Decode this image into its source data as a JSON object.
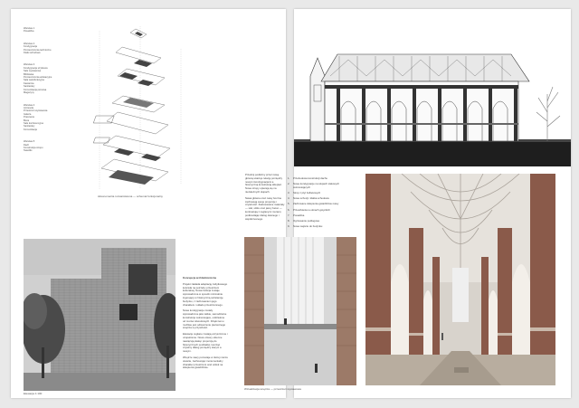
{
  "left_sheet": {
    "layer_labels": [
      [
        "Warstwa 1",
        "Posadzka"
      ],
      [
        "Warstwa 2",
        "Kondygnacja",
        "Pomieszczenia techniczne",
        "Klatki schodowe"
      ],
      [
        "Warstwa 3",
        "Kondygnacja użytkowa",
        "Sale wystawowe",
        "Biblioteka",
        "Pomieszczenia edukacyjne",
        "Sala wielofunkcyjna",
        "Kawiarnia",
        "Sanitariaty",
        "Komunikacja pionowa",
        "Magazyny"
      ],
      [
        "Warstwa 4",
        "Antresola",
        "Przestrzeń wystawowa",
        "Galeria",
        "Pracownie",
        "Biura",
        "Sale konferencyjne",
        "Sanitariaty",
        "Komunikacja"
      ],
      [
        "Warstwa 5",
        "Dach",
        "Konstrukcja stropu",
        "Świetliki"
      ]
    ],
    "axonometry_caption": "Aksonometria rozwarstwiona — schemat funkcjonalny",
    "elevation_caption": "Elewacja 1:100",
    "description_title": "Koncepcja architektoniczna",
    "description_paragraphs": [
      "Projekt zakłada adaptację zabytkowego kościoła na potrzeby przestrzeni kulturalnej. Nowa funkcja zostaje wprowadzona w sposób minimalnie ingerujący w historyczną substancję budynku, z zachowaniem jego charakteru i układu przestrzennego.",
      "Nowe kondygnacje zostały wprowadzone jako lekkie, samodzielne konstrukcje wolnostojące, oddzielone od murów obwodowych. Dzięki temu możliwe jest odtworzenie pierwotnego wnętrza w przyszłości.",
      "Elewacje ceglane zostają oczyszczone i uzupełnione. Nowe otwory okienne nawiązują skalą i proporcją do historycznych podziałów, tworząc czytelny dialog pomiędzy starym a nowym.",
      "Wnętrze nawy pozostaje w dużej mierze otwarte, zachowując monumentalny charakter przestrzeni oraz widok na sklepienia gwiaździste."
    ]
  },
  "right_sheet": {
    "middle_paragraphs": [
      "Przekrój podłużny przez nawę główną ukazuje relację pomiędzy nowymi kondygnacjami a historyczną konstrukcją sklepień. Nowe stropy opierają się na niezależnych słupach.",
      "Nawa główna oraz nawy boczne zachowują swoje proporcje i czytelność. Zastosowane materiały — stal, szkło oraz jasny beton — kontrastują z ceglanymi murami, podkreślając dialog dawnego i współczesnego."
    ],
    "numbered_list": [
      {
        "num": "1.",
        "text": "Przebudowa konstrukcji dachu"
      },
      {
        "num": "2.",
        "text": "Nowe kondygnacje na słupach stalowych wolnostojących"
      },
      {
        "num": "3.",
        "text": "Strop z płyt żelbetowych"
      },
      {
        "num": "4.",
        "text": "Nowe schody i klatka schodowa"
      },
      {
        "num": "5.",
        "text": "Zachowane sklepienia gwiaździste nawy"
      },
      {
        "num": "6.",
        "text": "Przeszklenia w oknach gotyckich"
      },
      {
        "num": "7.",
        "text": "Posadzka"
      },
      {
        "num": "8.",
        "text": "Ogrzewanie podłogowe"
      },
      {
        "num": "9.",
        "text": "Nowe wejście do budynku"
      }
    ],
    "tower_caption": "Wizualizacja wnętrza — przestrzeń wystawowa"
  }
}
